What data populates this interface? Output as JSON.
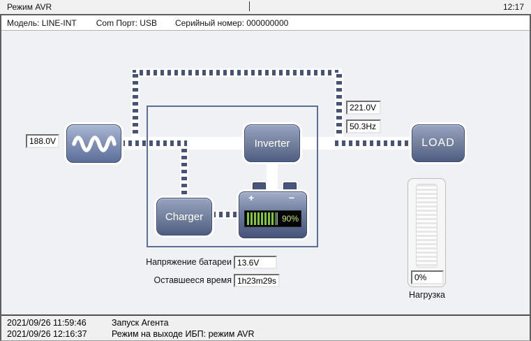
{
  "header": {
    "mode_title": "Режим AVR",
    "time": "12:17"
  },
  "info_bar": {
    "model": "Модель: LINE-INT",
    "com_port": "Com Порт: USB",
    "serial": "Серийный номер: 000000000"
  },
  "diagram": {
    "input_voltage": "188.0V",
    "output_voltage": "221.0V",
    "output_frequency": "50.3Hz",
    "inverter_label": "Inverter",
    "charger_label": "Charger",
    "load_label": "LOAD",
    "battery_plus": "+",
    "battery_minus": "−",
    "battery_charge_percent": "90%",
    "battery_voltage_label": "Напряжение батареи",
    "battery_voltage": "13.6V",
    "remaining_time_label": "Оставшееся время",
    "remaining_time": "1h23m29s",
    "load_gauge_value": "0%",
    "load_gauge_label": "Нагрузка"
  },
  "log": [
    {
      "timestamp": "2021/09/26 11:59:46",
      "message": "Запуск Агента"
    },
    {
      "timestamp": "2021/09/26 12:16:37",
      "message": "Режим на выходе ИБП: режим AVR"
    }
  ],
  "colors": {
    "box_gradient_top": "#97a3c1",
    "box_gradient_bottom": "#4f5d84",
    "dotted_line": "#475377",
    "frame_border": "#5e6d94",
    "battery_bar_green": "#82c832",
    "battery_text_green": "#c8e96d",
    "power_band": "#ffffff"
  }
}
